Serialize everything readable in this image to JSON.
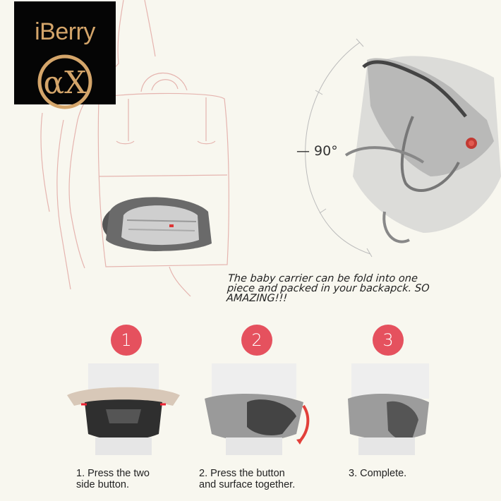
{
  "brand": {
    "name": "iBerry",
    "mark": "αX",
    "background": "#050505",
    "color": "#d4a56a"
  },
  "illustration": {
    "angle_label": "90°",
    "tagline": "The baby carrier can be fold into one piece and packed in your backapck. SO AMAZING!!!"
  },
  "steps": [
    {
      "number": "1",
      "caption_line1": "1. Press the two",
      "caption_line2": "side button."
    },
    {
      "number": "2",
      "caption_line1": "2. Press the button",
      "caption_line2": "and surface together."
    },
    {
      "number": "3",
      "caption_line1": "3. Complete.",
      "caption_line2": ""
    }
  ],
  "colors": {
    "background": "#f8f7ef",
    "badge": "#e5515e",
    "sketch_line": "#e2a9a4"
  }
}
